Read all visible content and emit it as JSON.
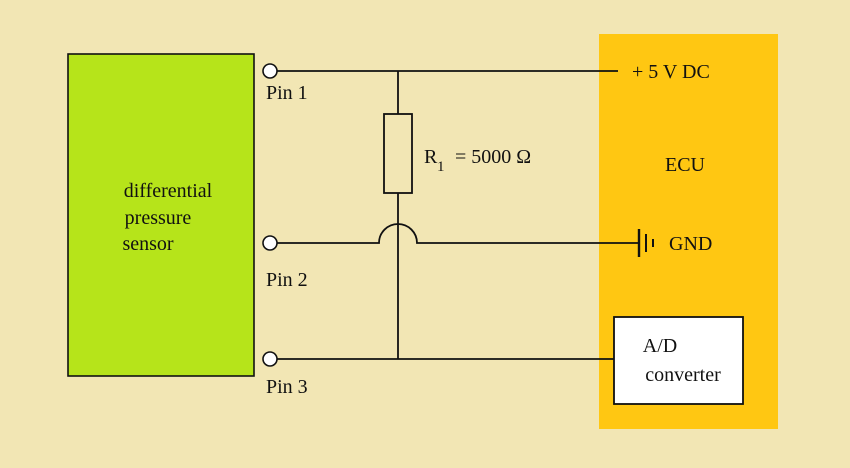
{
  "colors": {
    "background": "#f2e6b4",
    "sensor_fill": "#b6e41a",
    "ecu_fill": "#ffc712",
    "line": "#111111",
    "adc_fill": "#ffffff"
  },
  "sensor": {
    "line1": "differential",
    "line2": "pressure",
    "line3": "sensor"
  },
  "pins": {
    "pin1": "Pin 1",
    "pin2": "Pin 2",
    "pin3": "Pin 3"
  },
  "resistor": {
    "symbol": "R",
    "subscript": "1",
    "value": "= 5000 Ω"
  },
  "ecu": {
    "label": "ECU",
    "supply": "+ 5 V DC",
    "ground": "GND"
  },
  "adc": {
    "line1": "A/D",
    "line2": "converter"
  }
}
